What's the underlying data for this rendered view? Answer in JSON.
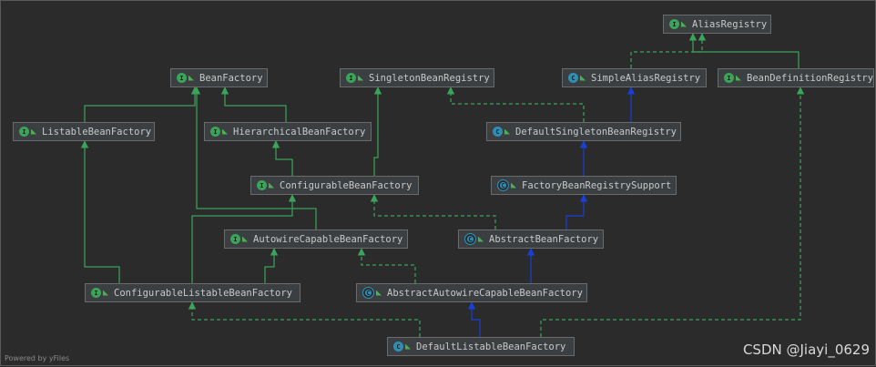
{
  "nodes": {
    "alias_registry": {
      "label": "AliasRegistry",
      "kind": "interface"
    },
    "bean_factory": {
      "label": "BeanFactory",
      "kind": "interface"
    },
    "singleton_bean_registry": {
      "label": "SingletonBeanRegistry",
      "kind": "interface"
    },
    "simple_alias_registry": {
      "label": "SimpleAliasRegistry",
      "kind": "class"
    },
    "bean_definition_registry": {
      "label": "BeanDefinitionRegistry",
      "kind": "interface"
    },
    "listable_bean_factory": {
      "label": "ListableBeanFactory",
      "kind": "interface"
    },
    "hierarchical_bean_factory": {
      "label": "HierarchicalBeanFactory",
      "kind": "interface"
    },
    "default_singleton_bean_registry": {
      "label": "DefaultSingletonBeanRegistry",
      "kind": "class"
    },
    "configurable_bean_factory": {
      "label": "ConfigurableBeanFactory",
      "kind": "interface"
    },
    "factory_bean_registry_support": {
      "label": "FactoryBeanRegistrySupport",
      "kind": "abstract-class"
    },
    "autowire_capable_bean_factory": {
      "label": "AutowireCapableBeanFactory",
      "kind": "interface"
    },
    "abstract_bean_factory": {
      "label": "AbstractBeanFactory",
      "kind": "abstract-class"
    },
    "configurable_listable_bean_factory": {
      "label": "ConfigurableListableBeanFactory",
      "kind": "interface"
    },
    "abstract_autowire_capable_bean_factory": {
      "label": "AbstractAutowireCapableBeanFactory",
      "kind": "abstract-class"
    },
    "default_listable_bean_factory": {
      "label": "DefaultListableBeanFactory",
      "kind": "class"
    }
  },
  "colors": {
    "background": "#2b2b2b",
    "implements_edge": "#3aa45a",
    "extends_edge": "#1a3fd6",
    "node_fill": "#3c3f41",
    "interface_icon": "#3aa45a",
    "class_icon": "#2e8fb5"
  },
  "footer": "Powered by yFiles",
  "watermark": "CSDN @Jiayi_0629"
}
